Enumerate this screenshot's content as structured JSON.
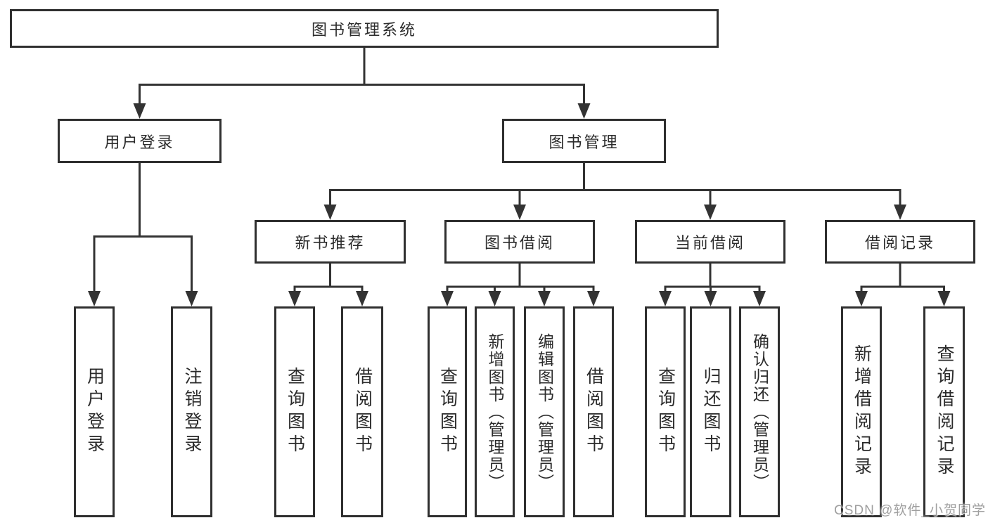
{
  "root": {
    "label": "图书管理系统"
  },
  "branches": {
    "user_login": {
      "label": "用户登录"
    },
    "book_mgmt": {
      "label": "图书管理"
    }
  },
  "modules": {
    "new_book": {
      "label": "新书推荐"
    },
    "book_borrow": {
      "label": "图书借阅"
    },
    "current_borrow": {
      "label": "当前借阅"
    },
    "borrow_records": {
      "label": "借阅记录"
    }
  },
  "leaves": {
    "user_login": [
      "用户登录",
      "注销登录"
    ],
    "new_book": [
      "查询图书",
      "借阅图书"
    ],
    "book_borrow": [
      "查询图书",
      "新增图书（管理员）",
      "编辑图书（管理员）",
      "借阅图书"
    ],
    "current_borrow": [
      "查询图书",
      "归还图书",
      "确认归还（管理员）"
    ],
    "borrow_records": [
      "新增借阅记录",
      "查询借阅记录"
    ]
  },
  "watermark": "CSDN @软件_小贺同学",
  "colors": {
    "line": "#333333",
    "border": "#2f2f2f",
    "text": "#2b2b2b",
    "watermark": "#8f8f8f"
  }
}
